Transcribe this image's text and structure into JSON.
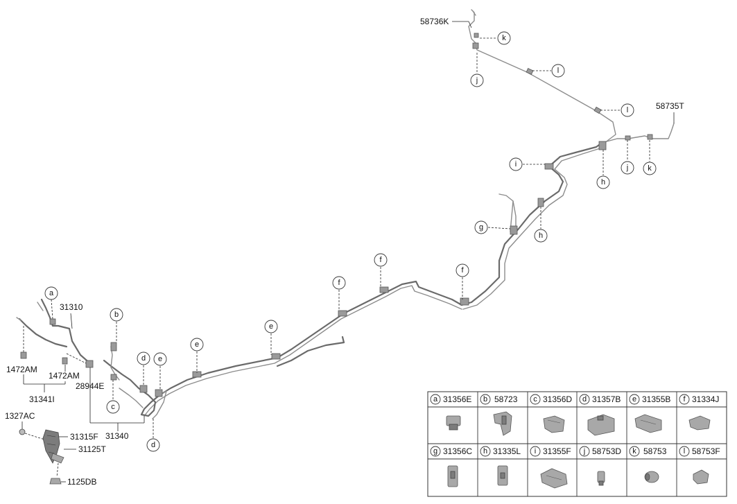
{
  "callouts": {
    "p58736K": "58736K",
    "p58735T": "58735T",
    "p31310": "31310",
    "p1472AM_left": "1472AM",
    "p1472AM_right": "1472AM",
    "p31341I": "31341I",
    "p28944E": "28944E",
    "p31340": "31340",
    "p1327AC": "1327AC",
    "p31315F": "31315F",
    "p31125T": "31125T",
    "p1125DB": "1125DB"
  },
  "letters": {
    "a": "a",
    "b": "b",
    "c": "c",
    "d": "d",
    "e": "e",
    "f": "f",
    "g": "g",
    "h": "h",
    "i": "i",
    "j": "j",
    "k": "k",
    "l": "l"
  },
  "legend": [
    {
      "letter": "a",
      "part": "31356E"
    },
    {
      "letter": "b",
      "part": "58723"
    },
    {
      "letter": "c",
      "part": "31356D"
    },
    {
      "letter": "d",
      "part": "31357B"
    },
    {
      "letter": "e",
      "part": "31355B"
    },
    {
      "letter": "f",
      "part": "31334J"
    },
    {
      "letter": "g",
      "part": "31356C"
    },
    {
      "letter": "h",
      "part": "31335L"
    },
    {
      "letter": "i",
      "part": "31355F"
    },
    {
      "letter": "j",
      "part": "58753D"
    },
    {
      "letter": "k",
      "part": "58753"
    },
    {
      "letter": "l",
      "part": "58753F"
    }
  ]
}
